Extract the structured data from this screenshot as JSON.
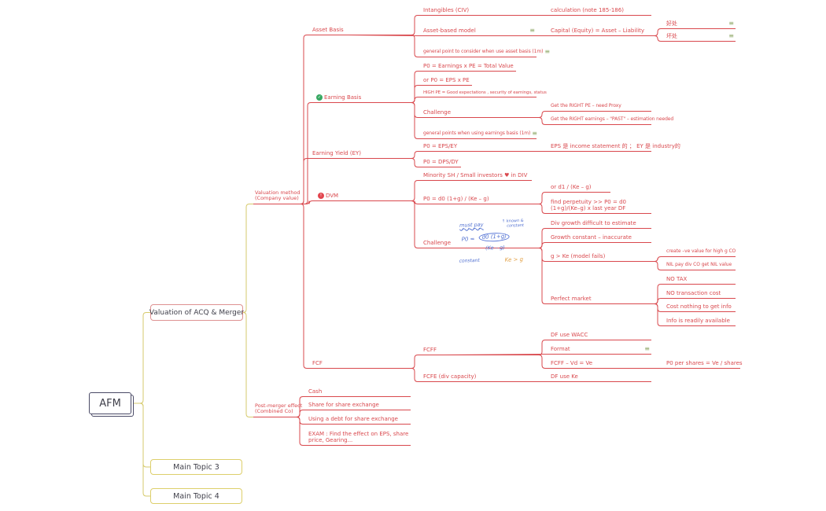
{
  "colors": {
    "branch_red": "#d9484d",
    "branch_yellow": "#d6ca6c",
    "root_border": "#4a4a66",
    "main_topic_border": "#ddcf6b",
    "valuation_border": "#de9292",
    "notes_icon": "#8fa868",
    "task_done_icon": "#37a862",
    "priority_icon": "#e2454e",
    "sketch_ink": "#4f6fd0",
    "sketch_orange": "#e2a044"
  },
  "icon_glyphs": {
    "notes": "≡",
    "check": "✓",
    "alert": "!"
  },
  "root": {
    "label": "AFM"
  },
  "main_topics": {
    "valuation": {
      "label": "Valuation of ACQ & Merger"
    },
    "main3": {
      "label": "Main Topic 3"
    },
    "main4": {
      "label": "Main Topic 4"
    }
  },
  "nodes": {
    "vmethod": {
      "label": "Valuation method",
      "label2": "(Company value)"
    },
    "postmerger": {
      "label": "Post-merger effect",
      "label2": "(Combined Co)"
    },
    "asset_basis": {
      "label": "Asset Basis"
    },
    "earning_basis": {
      "label": "Earning Basis"
    },
    "ey": {
      "label": "Earning Yield (EY)"
    },
    "dvm": {
      "label": "DVM"
    },
    "fcf": {
      "label": "FCF"
    },
    "intangibles": {
      "label": "Intangibles (CIV)"
    },
    "asset_model": {
      "label": "Asset-based model"
    },
    "general_point_asset": {
      "label": "general point to consider when use asset basis (1m)"
    },
    "p0_earnings": {
      "label": "P0 = Earnings x PE = Total Value"
    },
    "or_p0_eps": {
      "label": "or P0 = EPS x PE"
    },
    "high_pe": {
      "label": "HIGH PE = Good expectations , security of earnings, status"
    },
    "challenge_eb": {
      "label": "Challenge"
    },
    "general_points_eb": {
      "label": "general points when using earnings basis (1m)"
    },
    "p0_eps_ey": {
      "label": "P0 = EPS/EY"
    },
    "p0_dps_dy": {
      "label": "P0 = DPS/DY"
    },
    "minority": {
      "label": "Minority SH / Small investors ♥ in DIV"
    },
    "p0_d0": {
      "label": "P0 = d0 (1+g) / (Ke – g)"
    },
    "challenge_dvm": {
      "label": "Challenge"
    },
    "calculation": {
      "label": "calculation (note 185-186)"
    },
    "capital_eq": {
      "label": "Capital (Equity) = Asset – Liability"
    },
    "good": {
      "label": "好处"
    },
    "bad": {
      "label": "坏处"
    },
    "right_pe": {
      "label": "Get the RIGHT PE – need Proxy"
    },
    "right_earnings": {
      "label": "Get the RIGHT earnings – \"PAST\" – estimation needed"
    },
    "eps_note": {
      "label": "EPS 是 income statement 的 ；  EY 是 industry的"
    },
    "or_d1": {
      "label": "or  d1 / (Ke – g)"
    },
    "find_perp": {
      "label": "find perpetuity >> P0 = d0 (1+g)/(Ke–g)  x last year DF"
    },
    "div_growth": {
      "label": "Div growth difficult to estimate"
    },
    "growth_const": {
      "label": "Growth constant – inaccurate"
    },
    "g_ke": {
      "label": "g > Ke (model fails)"
    },
    "perfect_market": {
      "label": "Perfect market"
    },
    "create_ve": {
      "label": "create –ve value for high g CO"
    },
    "nil_pay": {
      "label": "NIL pay div CO get NIL value"
    },
    "no_tax": {
      "label": "NO TAX"
    },
    "no_transaction": {
      "label": "NO transaction cost"
    },
    "cost_nothing": {
      "label": "Cost nothing to get info"
    },
    "info_available": {
      "label": "Info is readily available"
    },
    "fcff": {
      "label": "FCFF"
    },
    "fcfe": {
      "label": "FCFE (div capacity)"
    },
    "df_wacc": {
      "label": "DF use WACC"
    },
    "format": {
      "label": "Format"
    },
    "fcff_vd": {
      "label": "FCFF – Vd = Ve"
    },
    "df_ke": {
      "label": "DF use Ke"
    },
    "p0_per_share": {
      "label": "P0 per shares = Ve / shares"
    },
    "cash": {
      "label": "Cash"
    },
    "share_exchange": {
      "label": "Share for share exchange"
    },
    "debt_exchange": {
      "label": "Using a debt for share exchange"
    },
    "exam": {
      "label": "EXAM : Find the effect on EPS, share price, Gearing..."
    }
  },
  "annotation": {
    "must_pay": "must pay",
    "known_1": "↑ known &",
    "known_2": "constant",
    "formula_prefix": "P0 =",
    "formula_numerator": "d0 (1+g)",
    "formula_denominator": "(Ke – g)",
    "constant_label": "constant",
    "condition": "Ke > g"
  }
}
